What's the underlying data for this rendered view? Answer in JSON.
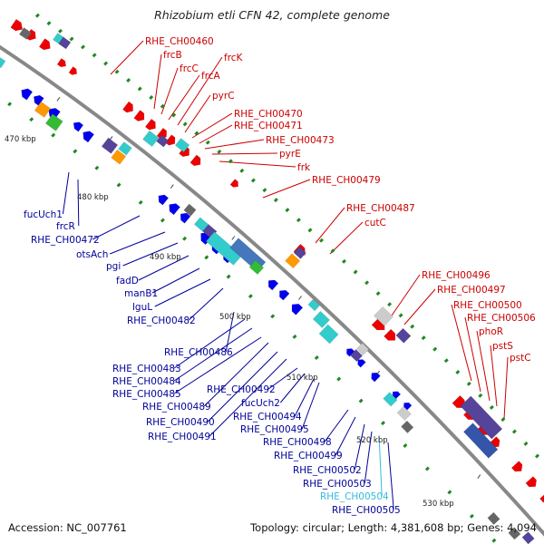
{
  "title": "Rhizobium etli CFN 42, complete genome",
  "footer": {
    "accession_label": "Accession:",
    "accession": "NC_007761",
    "stats": "Topology: circular; Length: 4,381,608 bp; Genes: 4,094"
  },
  "colors": {
    "forward_label": "#cc0000",
    "reverse_label": "#000099",
    "highlight_label": "#33bbdd",
    "backbone": "#888888",
    "forward_gene": "#ee0000",
    "reverse_gene": "#0000ee",
    "cog_cyan": "#33cccc",
    "cog_purple": "#554499",
    "cog_green": "#33bb33",
    "cog_orange": "#ff9900",
    "cog_gray": "#666666",
    "cog_light": "#cccccc",
    "tick_green": "#228822"
  },
  "ruler": {
    "ticks": [
      {
        "label": "470 kbp"
      },
      {
        "label": "480 kbp"
      },
      {
        "label": "490 kbp"
      },
      {
        "label": "500 kbp"
      },
      {
        "label": "510 kbp"
      },
      {
        "label": "520 kbp"
      },
      {
        "label": "530 kbp"
      }
    ]
  },
  "forward_genes": [
    {
      "label": "RHE_CH00460"
    },
    {
      "label": "frcB"
    },
    {
      "label": "frcC"
    },
    {
      "label": "frcA"
    },
    {
      "label": "frcK"
    },
    {
      "label": "pyrC"
    },
    {
      "label": "RHE_CH00470"
    },
    {
      "label": "RHE_CH00471"
    },
    {
      "label": "RHE_CH00473"
    },
    {
      "label": "pyrE"
    },
    {
      "label": "frk"
    },
    {
      "label": "RHE_CH00479"
    },
    {
      "label": "RHE_CH00487"
    },
    {
      "label": "cutC"
    },
    {
      "label": "RHE_CH00496"
    },
    {
      "label": "RHE_CH00497"
    },
    {
      "label": "RHE_CH00500"
    },
    {
      "label": "RHE_CH00506"
    },
    {
      "label": "phoR"
    },
    {
      "label": "pstS"
    },
    {
      "label": "pstC"
    }
  ],
  "reverse_genes": [
    {
      "label": "fucUch1"
    },
    {
      "label": "frcR"
    },
    {
      "label": "RHE_CH00472"
    },
    {
      "label": "otsAch"
    },
    {
      "label": "pgi"
    },
    {
      "label": "fadD"
    },
    {
      "label": "manB1"
    },
    {
      "label": "lguL"
    },
    {
      "label": "RHE_CH00482"
    },
    {
      "label": "RHE_CH00486"
    },
    {
      "label": "RHE_CH00483"
    },
    {
      "label": "RHE_CH00484"
    },
    {
      "label": "RHE_CH00485"
    },
    {
      "label": "RHE_CH00489"
    },
    {
      "label": "RHE_CH00490"
    },
    {
      "label": "RHE_CH00491"
    },
    {
      "label": "RHE_CH00492"
    },
    {
      "label": "fucUch2"
    },
    {
      "label": "RHE_CH00494"
    },
    {
      "label": "RHE_CH00495"
    },
    {
      "label": "RHE_CH00498"
    },
    {
      "label": "RHE_CH00499"
    },
    {
      "label": "RHE_CH00502"
    },
    {
      "label": "RHE_CH00503"
    },
    {
      "label": "RHE_CH00504",
      "highlight": true
    },
    {
      "label": "RHE_CH00505"
    }
  ]
}
